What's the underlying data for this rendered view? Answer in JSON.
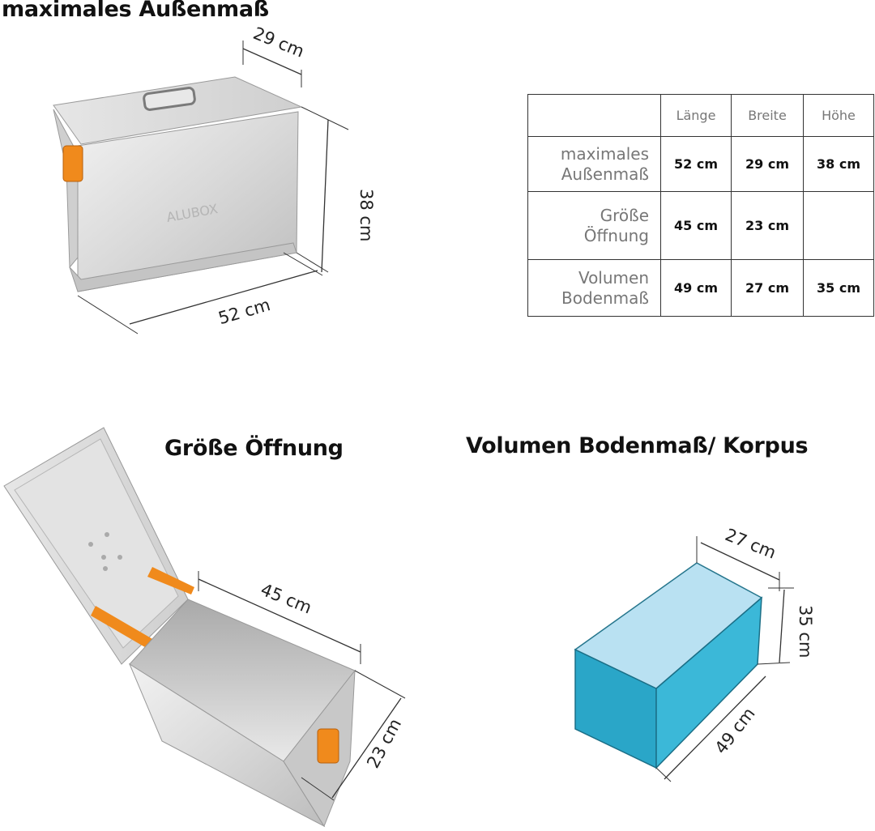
{
  "headings": {
    "outer": "maximales Außenmaß",
    "opening": "Größe Öffnung",
    "volume": "Volumen Bodenmaß/ Korpus"
  },
  "outer_box": {
    "brand_mark": "ALUBOX",
    "dimensions": {
      "depth": "29 cm",
      "height": "38 cm",
      "length": "52 cm"
    }
  },
  "open_box": {
    "dimensions": {
      "length": "45 cm",
      "width": "23 cm"
    }
  },
  "volume_box": {
    "dimensions": {
      "depth": "27 cm",
      "height": "35 cm",
      "length": "49 cm"
    },
    "colors": {
      "top": "#b6e0f2",
      "front": "#2aa6c8",
      "side": "#3bb8d8"
    }
  },
  "table": {
    "columns": [
      "",
      "Länge",
      "Breite",
      "Höhe"
    ],
    "rows": [
      {
        "label_line1": "maximales",
        "label_line2": "Außenmaß",
        "values": [
          "52 cm",
          "29 cm",
          "38 cm"
        ]
      },
      {
        "label_line1": "Größe",
        "label_line2": "Öffnung",
        "values": [
          "45 cm",
          "23 cm",
          ""
        ]
      },
      {
        "label_line1": "Volumen",
        "label_line2": "Bodenmaß",
        "values": [
          "49 cm",
          "27 cm",
          "35 cm"
        ]
      }
    ]
  },
  "accent_color": "#f08a1c"
}
